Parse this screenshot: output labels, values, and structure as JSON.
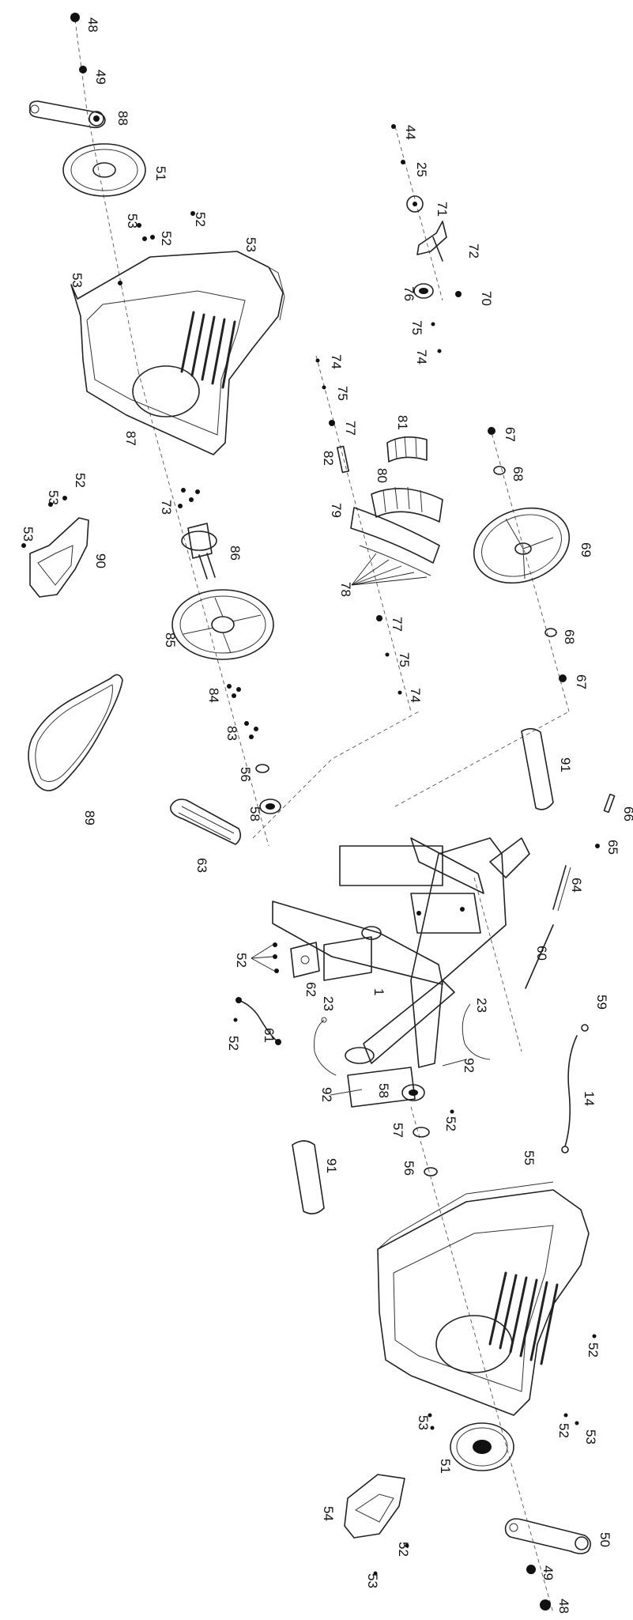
{
  "labels": [
    {
      "id": "48a",
      "text": "48"
    },
    {
      "id": "49a",
      "text": "49"
    },
    {
      "id": "88",
      "text": "88"
    },
    {
      "id": "51a",
      "text": "51"
    },
    {
      "id": "53a",
      "text": "53"
    },
    {
      "id": "52a",
      "text": "52"
    },
    {
      "id": "52b",
      "text": "52"
    },
    {
      "id": "53b",
      "text": "53"
    },
    {
      "id": "53c",
      "text": "53"
    },
    {
      "id": "87",
      "text": "87"
    },
    {
      "id": "73",
      "text": "73"
    },
    {
      "id": "86",
      "text": "86"
    },
    {
      "id": "53d",
      "text": "53"
    },
    {
      "id": "52c",
      "text": "52"
    },
    {
      "id": "53e",
      "text": "53"
    },
    {
      "id": "90",
      "text": "90"
    },
    {
      "id": "85",
      "text": "85"
    },
    {
      "id": "84",
      "text": "84"
    },
    {
      "id": "83",
      "text": "83"
    },
    {
      "id": "56a",
      "text": "56"
    },
    {
      "id": "58a",
      "text": "58"
    },
    {
      "id": "89",
      "text": "89"
    },
    {
      "id": "44",
      "text": "44"
    },
    {
      "id": "25",
      "text": "25"
    },
    {
      "id": "71",
      "text": "71"
    },
    {
      "id": "72",
      "text": "72"
    },
    {
      "id": "76",
      "text": "76"
    },
    {
      "id": "70",
      "text": "70"
    },
    {
      "id": "75a",
      "text": "75"
    },
    {
      "id": "74a",
      "text": "74"
    },
    {
      "id": "74b",
      "text": "74"
    },
    {
      "id": "75b",
      "text": "75"
    },
    {
      "id": "77a",
      "text": "77"
    },
    {
      "id": "81",
      "text": "81"
    },
    {
      "id": "82",
      "text": "82"
    },
    {
      "id": "80",
      "text": "80"
    },
    {
      "id": "79",
      "text": "79"
    },
    {
      "id": "78",
      "text": "78"
    },
    {
      "id": "77b",
      "text": "77"
    },
    {
      "id": "75c",
      "text": "75"
    },
    {
      "id": "74c",
      "text": "74"
    },
    {
      "id": "67a",
      "text": "67"
    },
    {
      "id": "68a",
      "text": "68"
    },
    {
      "id": "69",
      "text": "69"
    },
    {
      "id": "68b",
      "text": "68"
    },
    {
      "id": "67b",
      "text": "67"
    },
    {
      "id": "91a",
      "text": "91"
    },
    {
      "id": "63",
      "text": "63"
    },
    {
      "id": "66",
      "text": "66"
    },
    {
      "id": "65",
      "text": "65"
    },
    {
      "id": "64",
      "text": "64"
    },
    {
      "id": "60",
      "text": "60"
    },
    {
      "id": "52d",
      "text": "52"
    },
    {
      "id": "62",
      "text": "62"
    },
    {
      "id": "1",
      "text": "1"
    },
    {
      "id": "23a",
      "text": "23"
    },
    {
      "id": "59",
      "text": "59"
    },
    {
      "id": "14",
      "text": "14"
    },
    {
      "id": "52e",
      "text": "52"
    },
    {
      "id": "61",
      "text": "61"
    },
    {
      "id": "23b",
      "text": "23"
    },
    {
      "id": "92a",
      "text": "92"
    },
    {
      "id": "92b",
      "text": "92"
    },
    {
      "id": "58b",
      "text": "58"
    },
    {
      "id": "57",
      "text": "57"
    },
    {
      "id": "52f",
      "text": "52"
    },
    {
      "id": "56b",
      "text": "56"
    },
    {
      "id": "91b",
      "text": "91"
    },
    {
      "id": "55",
      "text": "55"
    },
    {
      "id": "52g",
      "text": "52"
    },
    {
      "id": "53f",
      "text": "53"
    },
    {
      "id": "52h",
      "text": "52"
    },
    {
      "id": "53g",
      "text": "53"
    },
    {
      "id": "51b",
      "text": "51"
    },
    {
      "id": "54",
      "text": "54"
    },
    {
      "id": "52i",
      "text": "52"
    },
    {
      "id": "53h",
      "text": "53"
    },
    {
      "id": "50",
      "text": "50"
    },
    {
      "id": "49b",
      "text": "49"
    },
    {
      "id": "48b",
      "text": "48"
    }
  ]
}
